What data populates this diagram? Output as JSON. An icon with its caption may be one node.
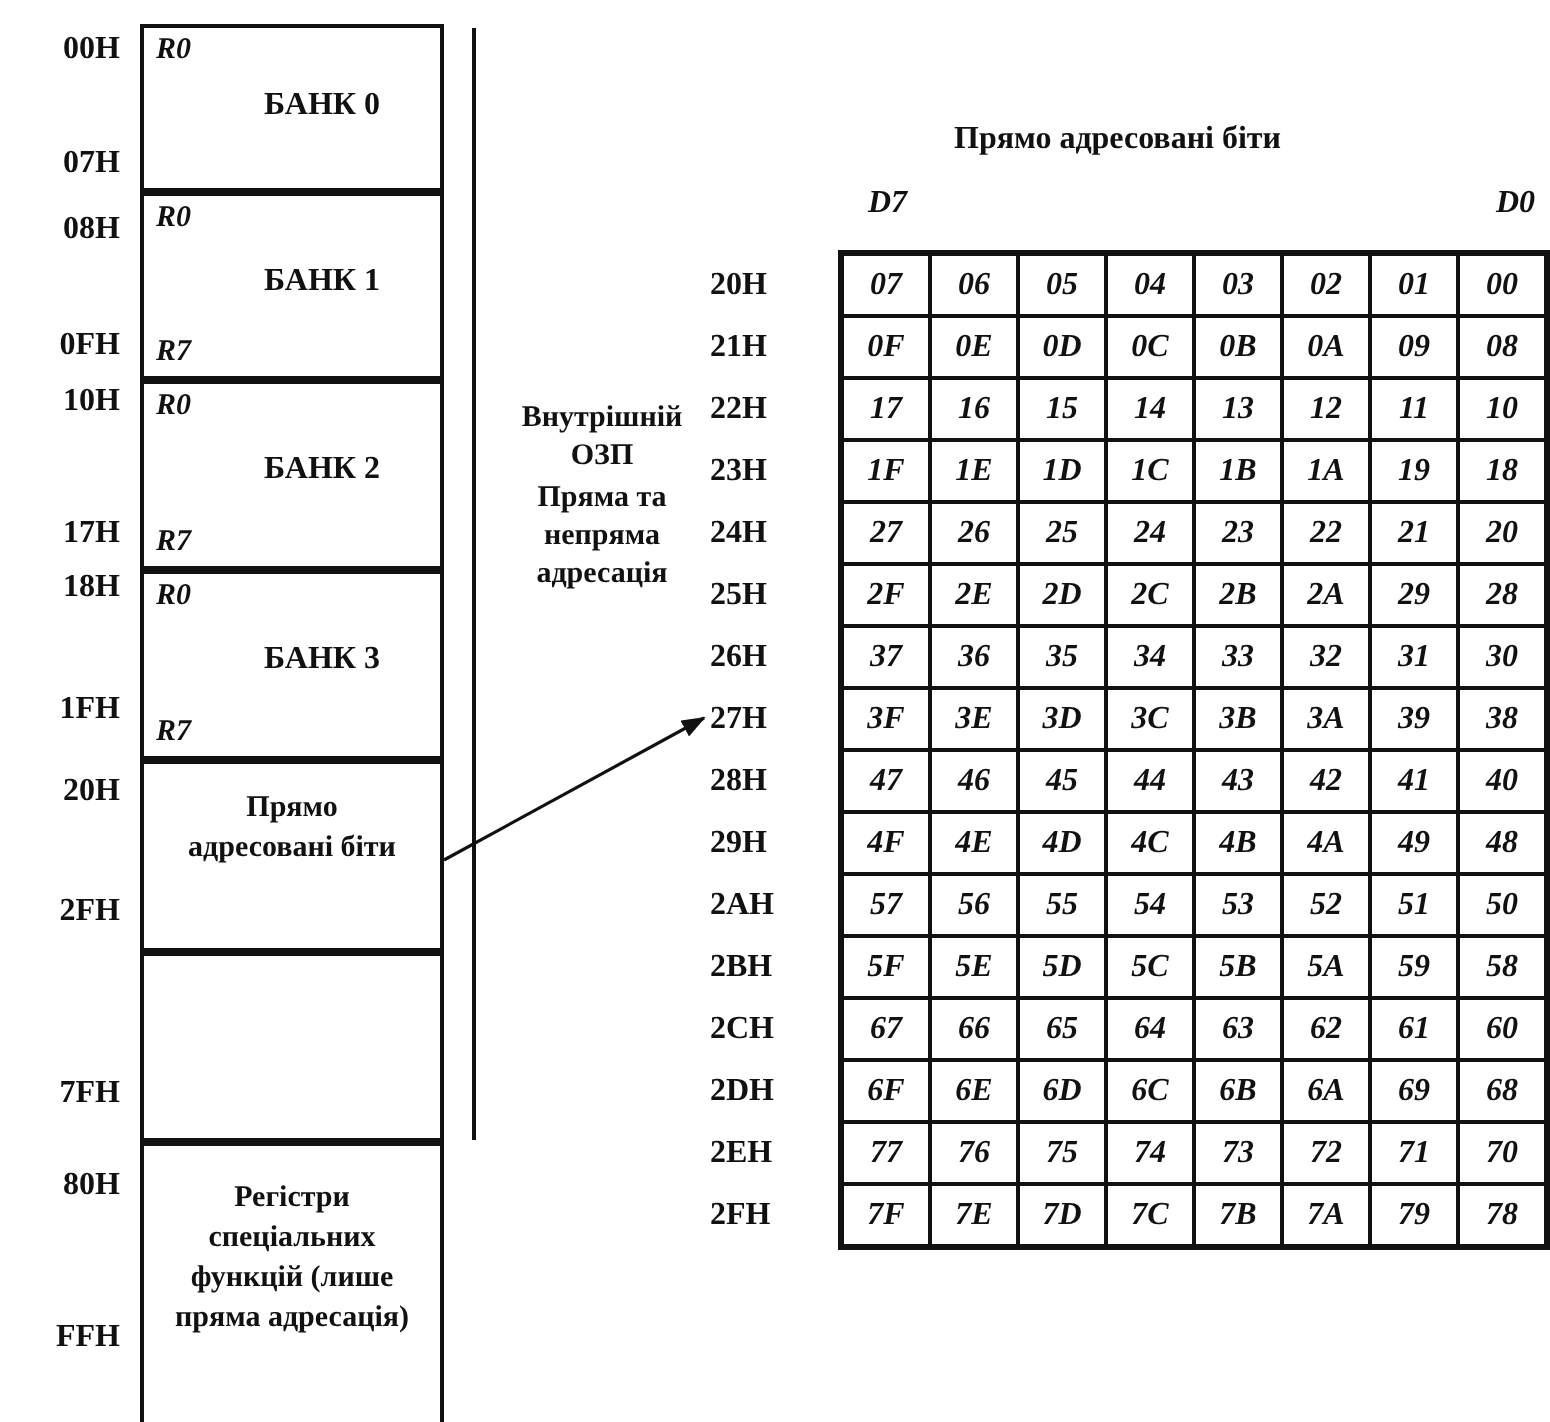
{
  "diagram": {
    "nodes": [
      {
        "text": [
          "R0",
          "БАНК 0"
        ]
      },
      {
        "text": [
          "R0",
          "БАНК 1",
          "R7"
        ]
      },
      {
        "text": [
          "R0",
          "БАНК 2",
          "R7"
        ]
      },
      {
        "text": [
          "R0",
          "БАНК 3",
          "R7"
        ]
      },
      {
        "text": [
          "Прямо адресовані біти"
        ]
      },
      {
        "text": [],
        "shape": "box"
      },
      {
        "text": [
          "Регістри спеціальних функцій (лише пряма адресація)"
        ]
      },
      {
        "text": [
          "Прямо адресовані біти"
        ]
      }
    ],
    "edges": [
      {
        "from": 4,
        "to": 7,
        "arrow": "to"
      }
    ],
    "labels": [
      "00H",
      "07H",
      "08H",
      "0FH",
      "10H",
      "17H",
      "18H",
      "1FH",
      "20H",
      "2FH",
      "7FH",
      "80H",
      "FFH",
      "Внутрішній ОЗП",
      "Пряма та непряма адресація",
      "D7",
      "D0",
      "20H",
      "07",
      "06",
      "05",
      "04",
      "03",
      "02",
      "01",
      "00",
      "21H",
      "0F",
      "0E",
      "0D",
      "0C",
      "0B",
      "0A",
      "09",
      "08",
      "22H",
      "17",
      "16",
      "15",
      "14",
      "13",
      "12",
      "11",
      "10",
      "23H",
      "1F",
      "1E",
      "1D",
      "1C",
      "1B",
      "1A",
      "19",
      "18",
      "24H",
      "27",
      "26",
      "25",
      "24",
      "23",
      "22",
      "21",
      "20",
      "25H",
      "2F",
      "2E",
      "2D",
      "2C",
      "2B",
      "2A",
      "29",
      "28",
      "26H",
      "37",
      "36",
      "35",
      "34",
      "33",
      "32",
      "31",
      "30",
      "27H",
      "3F",
      "3E",
      "3D",
      "3C",
      "3B",
      "3A",
      "39",
      "38",
      "28H",
      "47",
      "46",
      "45",
      "44",
      "43",
      "42",
      "41",
      "40",
      "29H",
      "4F",
      "4E",
      "4D",
      "4C",
      "4B",
      "4A",
      "49",
      "48",
      "2AH",
      "57",
      "56",
      "55",
      "54",
      "53",
      "52",
      "51",
      "50",
      "2BH",
      "5F",
      "5E",
      "5D",
      "5C",
      "5B",
      "5A",
      "59",
      "58",
      "2CH",
      "67",
      "66",
      "65",
      "64",
      "63",
      "62",
      "61",
      "60",
      "2DH",
      "6F",
      "6E",
      "6D",
      "6C",
      "6B",
      "6A",
      "69",
      "68",
      "2EH",
      "77",
      "76",
      "75",
      "74",
      "73",
      "72",
      "71",
      "70",
      "2FH",
      "7F",
      "7E",
      "7D",
      "7C",
      "7B",
      "7A",
      "79",
      "78"
    ]
  }
}
